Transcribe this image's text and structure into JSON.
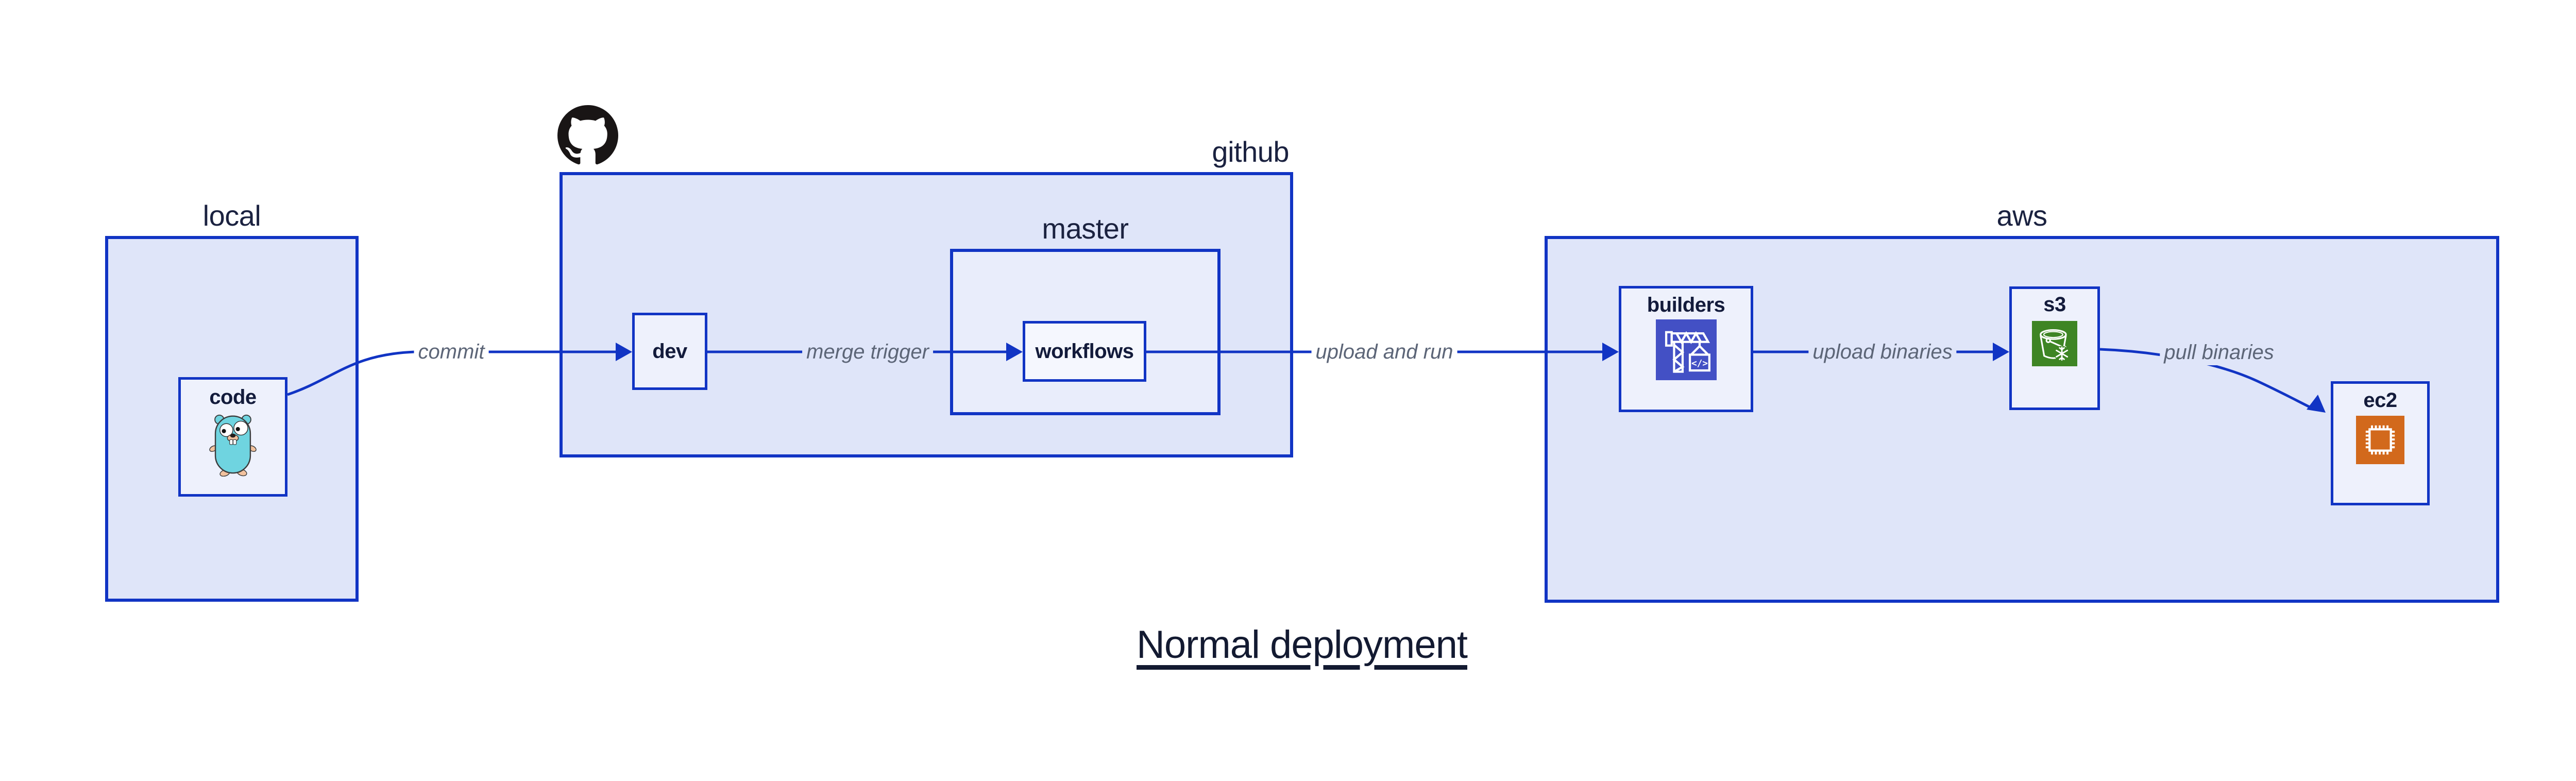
{
  "diagram": {
    "title": "Normal deployment",
    "containers": {
      "local": {
        "label": "local"
      },
      "github": {
        "label": "github"
      },
      "master": {
        "label": "master"
      },
      "aws": {
        "label": "aws"
      }
    },
    "nodes": {
      "code": {
        "label": "code",
        "icon": "go-gopher-icon"
      },
      "dev": {
        "label": "dev"
      },
      "workflows": {
        "label": "workflows"
      },
      "builders": {
        "label": "builders",
        "icon": "aws-codebuild-icon",
        "icon_bg": "#4350c5"
      },
      "s3": {
        "label": "s3",
        "icon": "aws-s3-glacier-icon",
        "icon_bg": "#3e8524"
      },
      "ec2": {
        "label": "ec2",
        "icon": "aws-ec2-icon",
        "icon_bg": "#d2691c"
      }
    },
    "edges": [
      {
        "id": "commit",
        "label": "commit",
        "from": "code",
        "to": "dev"
      },
      {
        "id": "merge-trigger",
        "label": "merge trigger",
        "from": "dev",
        "to": "workflows"
      },
      {
        "id": "upload-and-run",
        "label": "upload and run",
        "from": "workflows",
        "to": "builders"
      },
      {
        "id": "upload-binaries",
        "label": "upload binaries",
        "from": "builders",
        "to": "s3"
      },
      {
        "id": "pull-binaries",
        "label": "pull binaries",
        "from": "s3",
        "to": "ec2"
      }
    ],
    "colors": {
      "stroke_blue": "#1134c4",
      "container_fill": "#dfe5f9",
      "node_fill": "#eef1fc",
      "nested_node_fill": "#f5f7fe",
      "label_navy": "#131b3b",
      "edge_label_gray": "#5c6577",
      "codebuild_purple": "#4350c5",
      "s3_glacier_green": "#3e8524",
      "ec2_orange": "#d2691c",
      "github_black": "#191515",
      "gopher_teal": "#6fd4e0"
    }
  }
}
